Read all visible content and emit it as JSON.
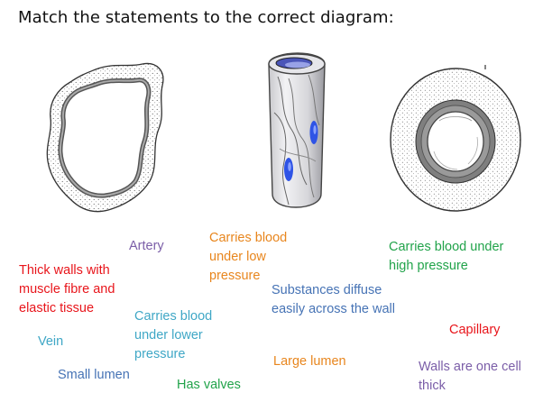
{
  "heading": "Match the statements to the correct diagram:",
  "diagrams": {
    "left": {
      "icon": "vein-cross-section-icon"
    },
    "middle": {
      "icon": "capillary-tube-icon"
    },
    "right": {
      "icon": "artery-cross-section-icon"
    }
  },
  "labels": {
    "artery": {
      "text": "Artery",
      "color": "#7b5ea8"
    },
    "carries_low": {
      "lines": [
        "Carries blood",
        "under low",
        "pressure"
      ],
      "color": "#e8861e"
    },
    "carries_high": {
      "lines": [
        "Carries blood under",
        "high pressure"
      ],
      "color": "#21a34a"
    },
    "thick_walls": {
      "lines": [
        "Thick walls with",
        "muscle fibre and",
        "elastic tissue"
      ],
      "color": "#e8151b"
    },
    "substances": {
      "lines": [
        "Substances diffuse",
        "easily across the wall"
      ],
      "color": "#4673b5"
    },
    "carries_lower": {
      "lines": [
        "Carries blood",
        "under lower",
        "pressure"
      ],
      "color": "#3fa7c6"
    },
    "capillary": {
      "text": "Capillary",
      "color": "#e8151b"
    },
    "vein": {
      "text": "Vein",
      "color": "#3fa7c6"
    },
    "large_lumen": {
      "text": "Large lumen",
      "color": "#e8861e"
    },
    "walls_one_cell": {
      "lines": [
        "Walls are one cell",
        "thick"
      ],
      "color": "#7b5ea8"
    },
    "small_lumen": {
      "text": "Small lumen",
      "color": "#4673b5"
    },
    "has_valves": {
      "text": "Has valves",
      "color": "#21a34a"
    }
  }
}
